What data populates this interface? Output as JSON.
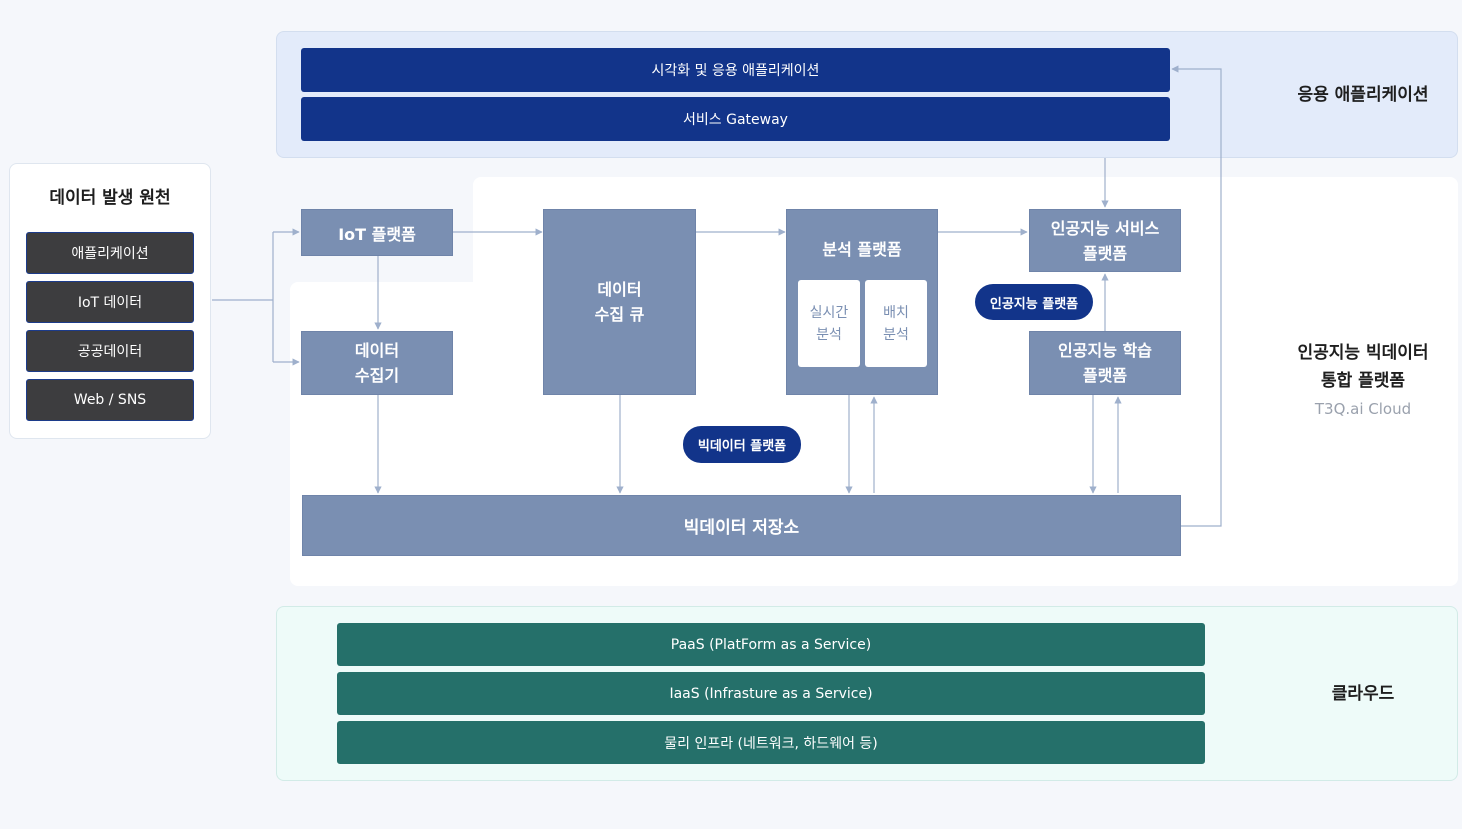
{
  "source": {
    "title": "데이터 발생 원천",
    "items": [
      "애플리케이션",
      "IoT 데이터",
      "공공데이터",
      "Web / SNS"
    ]
  },
  "application": {
    "label": "응용 애플리케이션",
    "bars": [
      "시각화 및 응용 애플리케이션",
      "서비스 Gateway"
    ]
  },
  "platform": {
    "label_line1": "인공지능 빅데이터",
    "label_line2": "통합 플랫폼",
    "sublabel": "T3Q.ai Cloud",
    "iot": "IoT 플랫폼",
    "collector_line1": "데이터",
    "collector_line2": "수집기",
    "queue_line1": "데이터",
    "queue_line2": "수집 큐",
    "analysis": "분석 플랫폼",
    "realtime_line1": "실시간",
    "realtime_line2": "분석",
    "batch_line1": "배치",
    "batch_line2": "분석",
    "ai_service_line1": "인공지능 서비스",
    "ai_service_line2": "플랫폼",
    "ai_learning_line1": "인공지능 학습",
    "ai_learning_line2": "플랫폼",
    "ai_pill": "인공지능 플랫폼",
    "bigdata_pill": "빅데이터 플랫폼",
    "storage": "빅데이터 저장소"
  },
  "cloud": {
    "label": "클라우드",
    "bars": [
      "PaaS (PlatForm as a Service)",
      "IaaS (Infrasture as a Service)",
      "물리 인프라 (네트워크, 하드웨어 등)"
    ]
  },
  "colors": {
    "app_navy": "#12348a",
    "node_blue": "#7a8fb2",
    "source_dark": "#3d3d3f",
    "cloud_green": "#25706a",
    "arrow": "#9fb0cc"
  }
}
